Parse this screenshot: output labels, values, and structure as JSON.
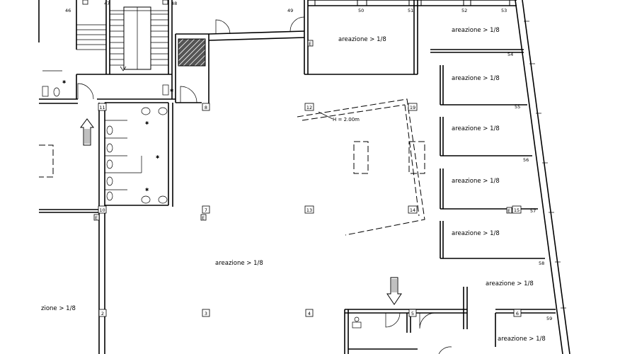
{
  "drawing": {
    "room_label": "areazione > 1/8",
    "room_label_cut": "zione > 1/8",
    "height_note": "H = 2.00m",
    "column_markers": [
      "2",
      "3",
      "4",
      "5",
      "6",
      "7",
      "8",
      "10",
      "11",
      "12",
      "13",
      "14",
      "15",
      "19"
    ],
    "wall_numbers": [
      "46",
      "47",
      "48",
      "49",
      "50",
      "51",
      "52",
      "53",
      "54",
      "55",
      "56",
      "57",
      "58",
      "59"
    ]
  }
}
